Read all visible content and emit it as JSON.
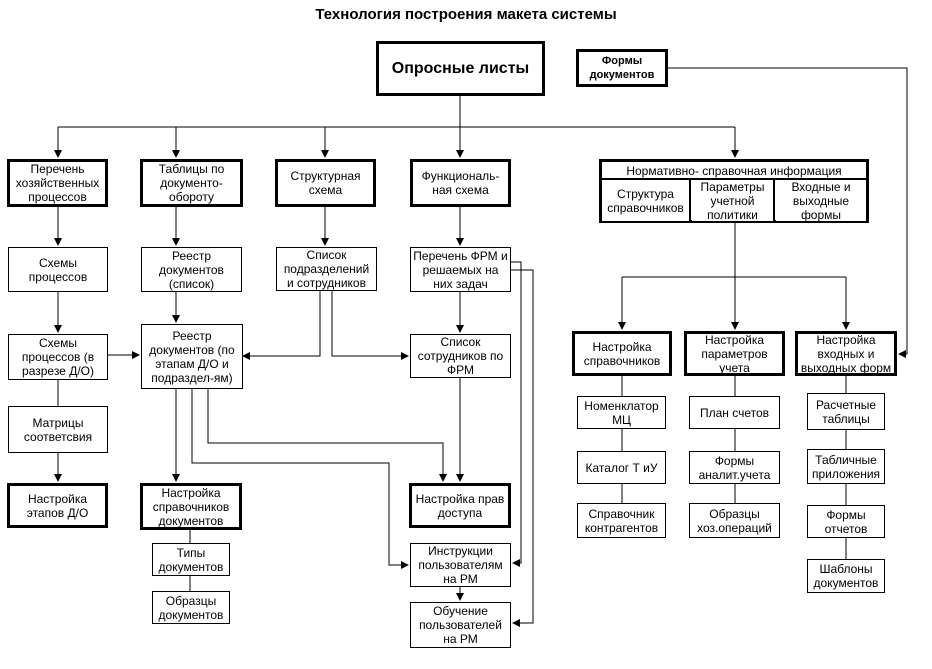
{
  "title": "Технология построения макета системы",
  "boxes": {
    "oprosnye": "Опросные листы",
    "formy_dok": "Формы документов",
    "perechen_hp": "Перечень хозяйственных процессов",
    "tablicy_doc": "Таблицы по документо-обороту",
    "strukt_shema": "Структурная схема",
    "funkc_shema": "Функциональ-ная схема",
    "nsi": "Нормативно- справочная информация",
    "nsi_struktura": "Структура справочников",
    "nsi_parametry": "Параметры учетной политики",
    "nsi_formy": "Входные и выходные формы",
    "shemy_processov": "Схемы процессов",
    "reestr_spisok": "Реестр документов (список)",
    "spisok_podr": "Список подразделений и сотрудников",
    "perechen_frm": "Перечень ФРМ и решаемых на них задач",
    "shemy_razreze": "Схемы процессов (в разрезе Д/О)",
    "reestr_etapy": "Реестр документов (по этапам Д/О и подраздел-ям)",
    "spisok_sotr_frm": "Список сотрудников по ФРМ",
    "matricy": "Матрицы соответсвия",
    "nastroika_etapov": "Настройка этапов Д/О",
    "nastroika_sprav_doc": "Настройка справочников документов",
    "tipy_doc": "Типы документов",
    "obrazcy_doc": "Образцы документов",
    "nastroika_prav": "Настройка прав доступа",
    "instrukcii": "Инструкции пользователям на РМ",
    "obuchenie": "Обучение пользователей на РМ",
    "nastroika_sprav": "Настройка справочников",
    "nastroika_param": "Настройка параметров учета",
    "nastroika_form": "Настройка входных и выходных форм",
    "nomenklator": "Номенклатор МЦ",
    "katalog": "Каталог Т иУ",
    "spravochnik_kontr": "Справочник контрагентов",
    "plan_schetov": "План счетов",
    "formy_analit": "Формы аналит.учета",
    "obrazcy_hoz": "Образцы хоз.операций",
    "raschetnye": "Расчетные таблицы",
    "tablichnye": "Табличные приложения",
    "formy_otchetov": "Формы отчетов",
    "shablony": "Шаблоны документов"
  }
}
